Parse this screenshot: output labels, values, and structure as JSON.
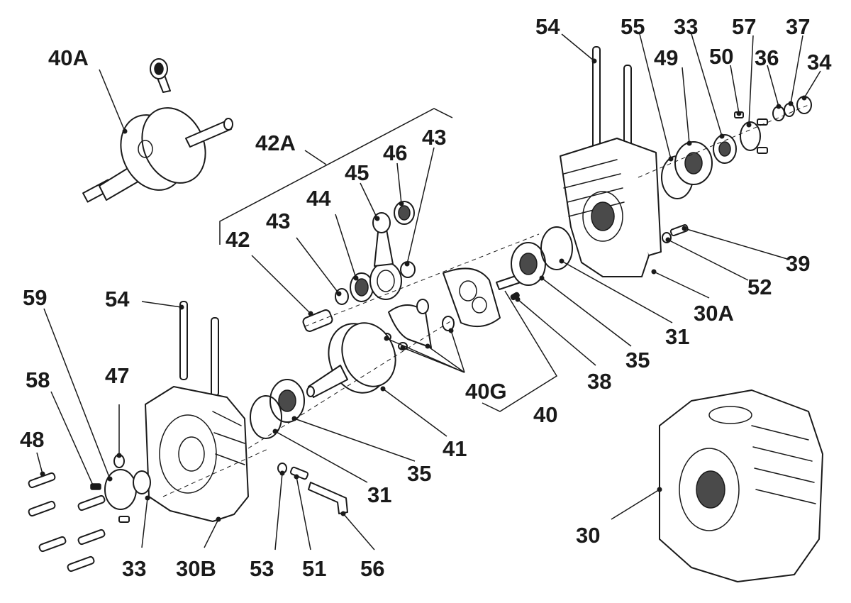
{
  "callouts": [
    {
      "id": "40A",
      "text": "40A"
    },
    {
      "id": "42A",
      "text": "42A"
    },
    {
      "id": "42",
      "text": "42"
    },
    {
      "id": "43a",
      "text": "43"
    },
    {
      "id": "44",
      "text": "44"
    },
    {
      "id": "45",
      "text": "45"
    },
    {
      "id": "46",
      "text": "46"
    },
    {
      "id": "43b",
      "text": "43"
    },
    {
      "id": "54a",
      "text": "54"
    },
    {
      "id": "55",
      "text": "55"
    },
    {
      "id": "49",
      "text": "49"
    },
    {
      "id": "33a",
      "text": "33"
    },
    {
      "id": "50",
      "text": "50"
    },
    {
      "id": "57",
      "text": "57"
    },
    {
      "id": "36",
      "text": "36"
    },
    {
      "id": "37",
      "text": "37"
    },
    {
      "id": "34",
      "text": "34"
    },
    {
      "id": "39",
      "text": "39"
    },
    {
      "id": "52",
      "text": "52"
    },
    {
      "id": "30A",
      "text": "30A"
    },
    {
      "id": "31a",
      "text": "31"
    },
    {
      "id": "35a",
      "text": "35"
    },
    {
      "id": "38",
      "text": "38"
    },
    {
      "id": "40G",
      "text": "40G"
    },
    {
      "id": "40",
      "text": "40"
    },
    {
      "id": "41",
      "text": "41"
    },
    {
      "id": "35b",
      "text": "35"
    },
    {
      "id": "31b",
      "text": "31"
    },
    {
      "id": "59",
      "text": "59"
    },
    {
      "id": "54b",
      "text": "54"
    },
    {
      "id": "58",
      "text": "58"
    },
    {
      "id": "47",
      "text": "47"
    },
    {
      "id": "48",
      "text": "48"
    },
    {
      "id": "33b",
      "text": "33"
    },
    {
      "id": "30B",
      "text": "30B"
    },
    {
      "id": "53",
      "text": "53"
    },
    {
      "id": "51",
      "text": "51"
    },
    {
      "id": "56",
      "text": "56"
    },
    {
      "id": "30",
      "text": "30"
    }
  ]
}
